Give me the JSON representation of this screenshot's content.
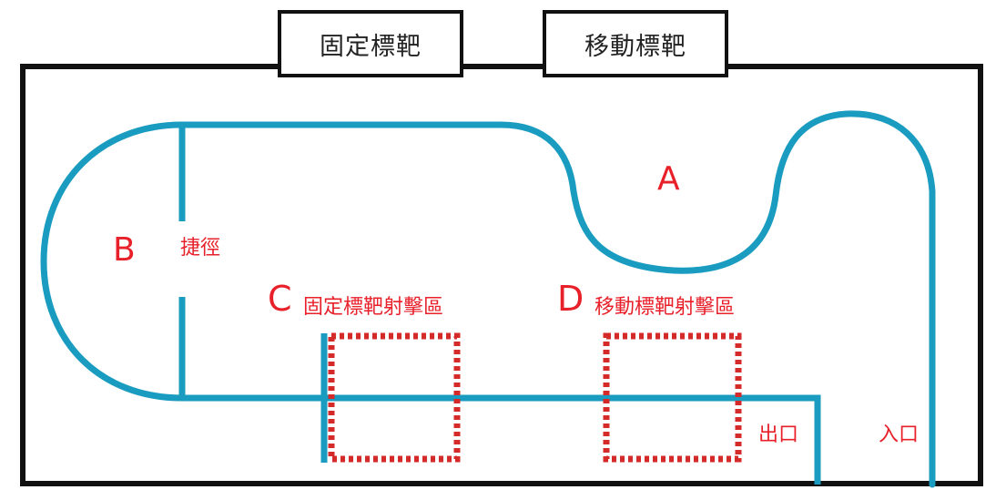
{
  "header": {
    "fixed_target": "固定標靶",
    "moving_target": "移動標靶"
  },
  "labels": {
    "a": "A",
    "b": "B",
    "shortcut": "捷徑",
    "c_letter": "C",
    "c_text": "固定標靶射擊區",
    "d_letter": "D",
    "d_text": "移動標靶射擊區",
    "exit": "出口",
    "entrance": "入口"
  },
  "colors": {
    "track": "#1a9cc0",
    "zone": "#d42a2a",
    "label": "#e8202a",
    "frame": "#111111"
  }
}
